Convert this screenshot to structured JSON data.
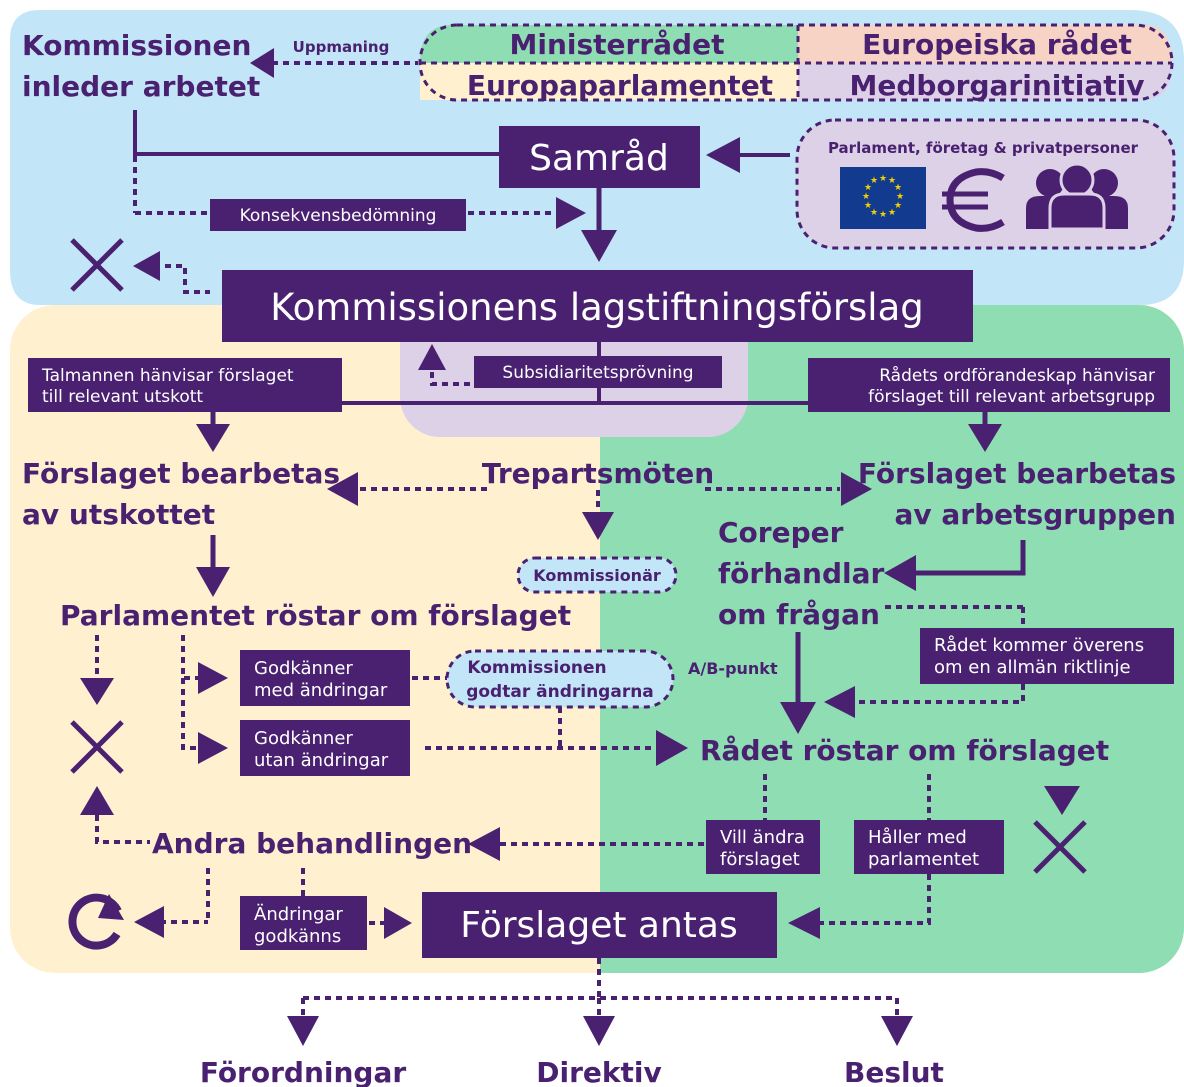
{
  "colors": {
    "purple": "#4a2170",
    "blue_bg": "#c2e6f7",
    "yellow_bg": "#fff1cf",
    "green_bg": "#8fdeb3",
    "lavender": "#dcd1e6",
    "council_green": "#8fdeb3",
    "euro_council_pink": "#f6d3c5",
    "ep_yellow": "#fff1cf",
    "citizens_lavender": "#dcd1e6",
    "eu_flag_blue": "#123b8f",
    "eu_flag_star": "#f2d000"
  },
  "top": {
    "commission_starts": [
      "Kommissionen",
      "inleder arbetet"
    ],
    "request_label": "Uppmaning",
    "initiators": {
      "council": "Ministerrådet",
      "european_council": "Europeiska rådet",
      "parliament": "Europaparlamentet",
      "citizens": "Medborgarinitiativ"
    },
    "consultation": "Samråd",
    "stakeholders": "Parlament, företag & privatpersoner",
    "impact_assessment": "Konsekvensbedömning",
    "proposal": "Kommissionens lagstiftningsförslag",
    "subsidiarity": "Subsidiaritetsprövning"
  },
  "icons": {
    "stakeholder_icons": [
      "eu-flag-icon",
      "euro-icon",
      "people-icon"
    ],
    "reject": "cross-icon",
    "restart": "refresh-icon"
  },
  "parliament": {
    "referral": [
      "Talmannen hänvisar förslaget",
      "till relevant utskott"
    ],
    "committee": [
      "Förslaget bearbetas",
      "av utskottet"
    ],
    "vote": "Parlamentet röstar om förslaget",
    "approve_with_changes": [
      "Godkänner",
      "med ändringar"
    ],
    "approve_without_changes": [
      "Godkänner",
      "utan ändringar"
    ],
    "second_reading": "Andra behandlingen",
    "changes_approved": [
      "Ändringar",
      "godkänns"
    ]
  },
  "middle": {
    "trilogues": "Trepartsmöten",
    "commissioner": "Kommissionär",
    "commission_accepts": [
      "Kommissionen",
      "godtar ändringarna"
    ],
    "ab_point": "A/B-punkt"
  },
  "council": {
    "referral": [
      "Rådets ordförandeskap hänvisar",
      "förslaget till relevant arbetsgrupp"
    ],
    "working_group": [
      "Förslaget bearbetas",
      "av arbetsgruppen"
    ],
    "coreper": [
      "Coreper",
      "förhandlar",
      "om frågan"
    ],
    "general_approach": [
      "Rådet kommer överens",
      "om en allmän riktlinje"
    ],
    "vote": "Rådet röstar om förslaget",
    "wants_change": [
      "Vill ändra",
      "förslaget"
    ],
    "agrees_parliament": [
      "Håller med",
      "parlamentet"
    ]
  },
  "outcome": {
    "adopted": "Förslaget antas",
    "regulations": "Förordningar",
    "directives": "Direktiv",
    "decisions": "Beslut"
  }
}
